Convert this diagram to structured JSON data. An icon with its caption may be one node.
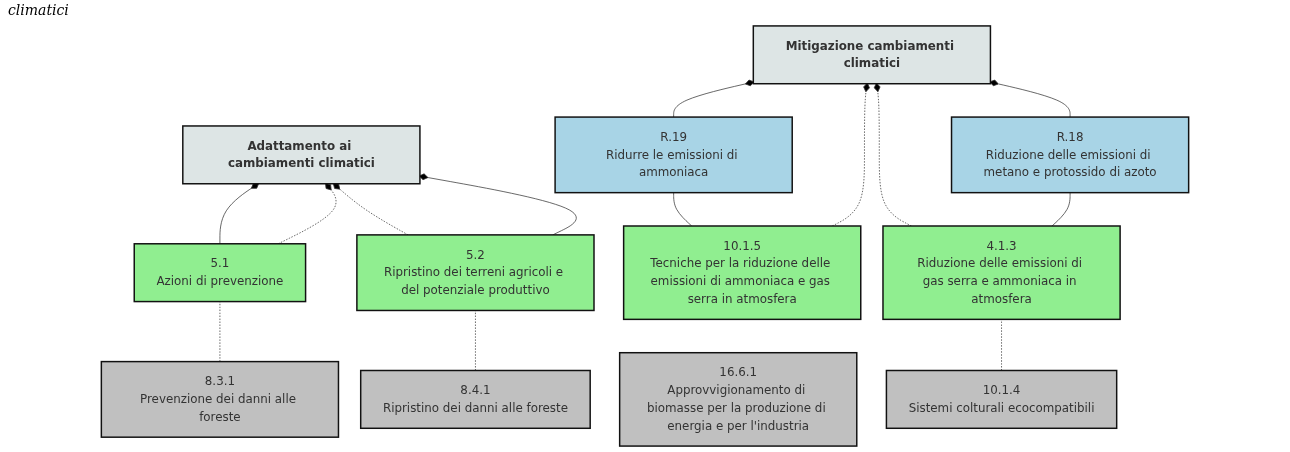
{
  "diagram": {
    "nodes": [
      {
        "text": [
          "Adattamento ai cambiamenti climatici"
        ]
      },
      {
        "text": [
          "Mitigazione cambiamenti climatici"
        ]
      },
      {
        "text": [
          "R.19",
          "Ridurre le emissioni di ammoniaca"
        ]
      },
      {
        "text": [
          "R.18",
          "Riduzione delle emissioni di metano e protossido di azoto"
        ]
      },
      {
        "text": [
          "5.1",
          "Azioni di prevenzione"
        ]
      },
      {
        "text": [
          "5.2",
          "Ripristino dei terreni agricoli e del potenziale produttivo"
        ]
      },
      {
        "text": [
          "10.1.5",
          "Tecniche per la riduzione delle emissioni di ammoniaca e gas serra in atmosfera"
        ]
      },
      {
        "text": [
          "4.1.3",
          "Riduzione delle emissioni di gas serra e ammoniaca in atmosfera"
        ]
      },
      {
        "text": [
          "8.3.1",
          "Prevenzione dei danni alle foreste"
        ]
      },
      {
        "text": [
          "8.4.1",
          "Ripristino dei danni alle foreste"
        ]
      },
      {
        "text": [
          "16.6.1",
          "Approvvigionamento di biomasse per la produzione di energia e per l'industria"
        ]
      },
      {
        "text": [
          "10.1.4",
          "Sistemi colturali ecocompatibili"
        ]
      }
    ],
    "edges": [
      {
        "from": 4,
        "to": 0,
        "arrow": "other"
      },
      {
        "from": 4,
        "to": 0,
        "arrow": "other",
        "style": "dashed"
      },
      {
        "from": 5,
        "to": 0,
        "arrow": "other",
        "style": "dashed"
      },
      {
        "from": 5,
        "to": 0,
        "arrow": "other"
      },
      {
        "from": 8,
        "to": 4,
        "arrow": "none",
        "style": "dashed"
      },
      {
        "from": 9,
        "to": 5,
        "arrow": "none",
        "style": "dashed"
      },
      {
        "from": 2,
        "to": 1,
        "arrow": "other"
      },
      {
        "from": 6,
        "to": 1,
        "arrow": "other",
        "style": "dashed"
      },
      {
        "from": 7,
        "to": 1,
        "arrow": "other",
        "style": "dashed"
      },
      {
        "from": 3,
        "to": 1,
        "arrow": "other"
      },
      {
        "from": 6,
        "to": 2,
        "arrow": "none"
      },
      {
        "from": 7,
        "to": 3,
        "arrow": "none"
      },
      {
        "from": 11,
        "to": 7,
        "arrow": "none",
        "style": "dashed"
      }
    ],
    "labels": [
      "climatici"
    ]
  }
}
